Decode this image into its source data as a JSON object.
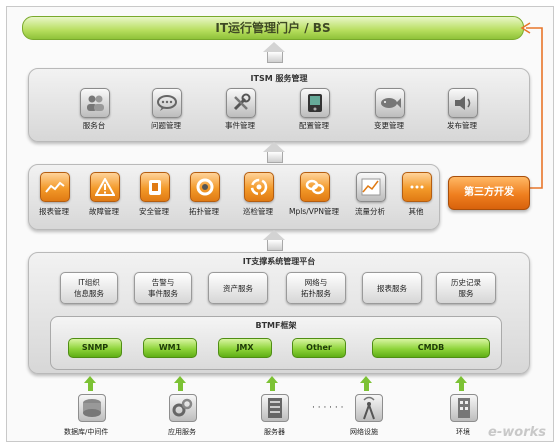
{
  "portal": {
    "title": "IT运行管理门户 / BS"
  },
  "itsm": {
    "title": "ITSM 服务管理",
    "items": [
      {
        "label": "服务台",
        "icon": "people-icon"
      },
      {
        "label": "问题管理",
        "icon": "chat-bubble-icon"
      },
      {
        "label": "事件管理",
        "icon": "tools-icon"
      },
      {
        "label": "配置管理",
        "icon": "device-icon"
      },
      {
        "label": "变更管理",
        "icon": "fish-icon"
      },
      {
        "label": "发布管理",
        "icon": "speaker-icon"
      }
    ]
  },
  "monitoring": {
    "items": [
      {
        "label": "报表管理",
        "icon": "chart-icon"
      },
      {
        "label": "故障管理",
        "icon": "warning-icon"
      },
      {
        "label": "安全管理",
        "icon": "shield-icon"
      },
      {
        "label": "拓扑管理",
        "icon": "topology-icon"
      },
      {
        "label": "巡检管理",
        "icon": "cycle-icon"
      },
      {
        "label": "Mpls/VPN管理",
        "icon": "chain-icon"
      },
      {
        "label": "流量分析",
        "icon": "traffic-chart-icon"
      },
      {
        "label": "其他",
        "icon": "ellipsis-icon"
      }
    ]
  },
  "third_party": {
    "label": "第三方开发"
  },
  "support": {
    "title": "IT支撑系统管理平台",
    "services": [
      "IT组织\n信息服务",
      "告警与\n事件服务",
      "资产服务",
      "网络与\n拓扑服务",
      "报表服务",
      "历史记录\n服务"
    ],
    "btmf": {
      "title": "BTMF框架",
      "pills": [
        "SNMP",
        "WM1",
        "JMX",
        "Other",
        "CMDB"
      ]
    }
  },
  "bottom": {
    "items": [
      {
        "label": "数据库/中间件",
        "icon": "database-icon"
      },
      {
        "label": "应用服务",
        "icon": "gears-icon"
      },
      {
        "label": "服务器",
        "icon": "server-icon"
      },
      {
        "label": "网络设施",
        "icon": "antenna-icon"
      },
      {
        "label": "环境",
        "icon": "building-icon"
      }
    ],
    "dots": "· · · · · ·"
  },
  "watermark": "e-works",
  "colors": {
    "green": "#8ed43a",
    "orange": "#ef7f1f",
    "gray": "#d7d7d7"
  }
}
